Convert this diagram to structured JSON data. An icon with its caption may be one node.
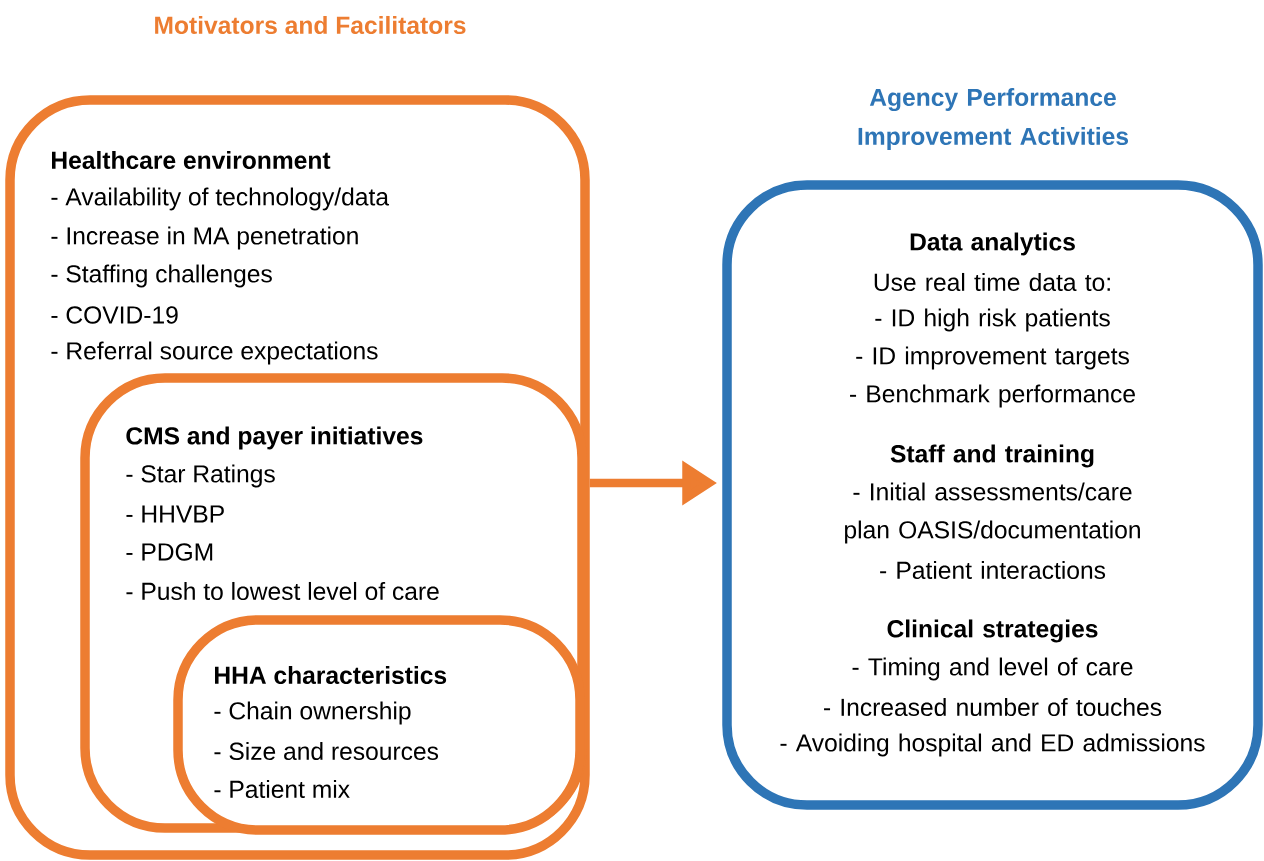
{
  "diagram": {
    "nodes": [
      {
        "text": [
          "Healthcare environment",
          "- Availability of technology/data",
          "- Increase in MA penetration",
          "- Staffing challenges",
          "- COVID-19",
          "- Referral source expectations"
        ]
      },
      {
        "text": [
          "CMS and payer initiatives",
          "- Star Ratings",
          "- HHVBP",
          "- PDGM",
          "- Push to lowest level of care"
        ],
        "in": 0
      },
      {
        "text": [
          "HHA characteristics",
          "- Chain ownership",
          "- Size and resources",
          "- Patient mix"
        ],
        "in": 1
      },
      {
        "text": [
          "Data analytics",
          "Use real time data to:",
          "- ID high risk patients",
          "- ID improvement targets",
          "- Benchmark performance",
          "Staff and training",
          "- Initial assessments/care plan OASIS/documentation",
          "- Patient interactions",
          "Clinical strategies",
          "- Timing and level of care",
          "- Increased number of touches",
          "- Avoiding hospital and ED admissions"
        ]
      }
    ],
    "edges": [
      {
        "from": 0,
        "to": 3,
        "arrow": "to"
      }
    ],
    "labels": [
      "Motivators and Facilitators",
      "Agency Performance Improvement Activities"
    ]
  }
}
